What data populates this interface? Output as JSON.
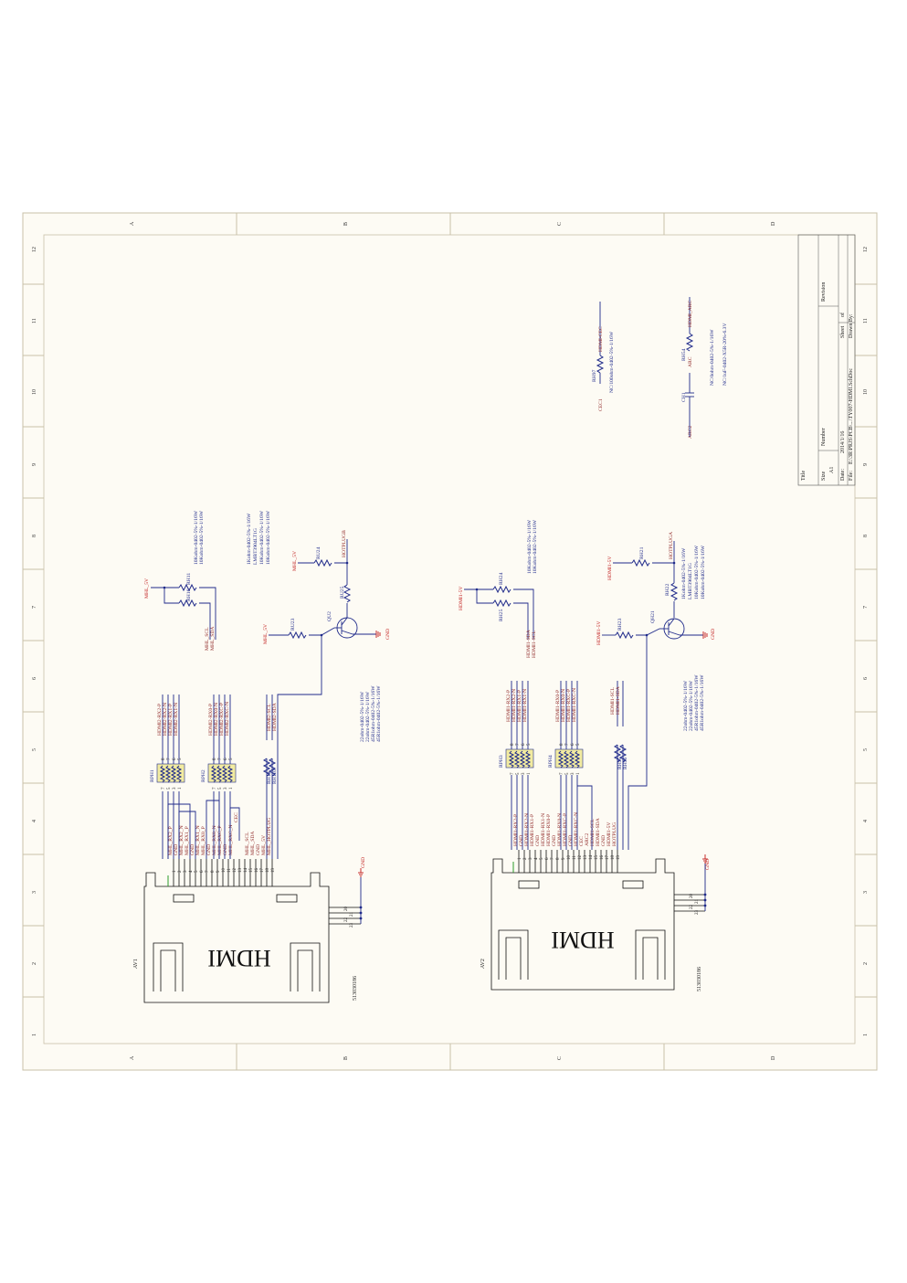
{
  "zones": {
    "columns": [
      "A",
      "B",
      "C",
      "D"
    ],
    "rows": [
      "12",
      "11",
      "10",
      "9",
      "8",
      "7",
      "6",
      "5",
      "4",
      "3",
      "2",
      "1"
    ]
  },
  "title_block": {
    "title_label": "Title",
    "size_label": "Size",
    "size_value": "A1",
    "number_label": "Number",
    "revision_label": "Revision",
    "date_label": "Date:",
    "date_value": "2014/1/16",
    "sheet_label": "Sheet",
    "of_label": "of",
    "file_label": "File:",
    "file_value": "E:\\3R\\PRJS\\PCB\\...\\TY007-HDMI.SchDoc",
    "drawn_label": "Drawn By:"
  },
  "connectors": {
    "av1": {
      "designator": "AV1",
      "body_text": "HDMI",
      "part_number": "513030186",
      "gnd": "GND",
      "pins": [
        "1",
        "2",
        "3",
        "4",
        "5",
        "6",
        "7",
        "8",
        "9",
        "10",
        "11",
        "12",
        "13",
        "14",
        "15",
        "16",
        "17",
        "18",
        "19"
      ],
      "shield_pins": [
        "20",
        "21",
        "22",
        "23"
      ],
      "nets": [
        "MHL_RX2_P",
        "GND",
        "MHL_RX2_N",
        "MHL_RX1_P",
        "GND",
        "MHL_RX1_N",
        "MHL_RX0_P",
        "GND",
        "MHL_RX0_N",
        "MHL_RXC_P",
        "GND",
        "MHL_RXC_N",
        "CEC",
        "",
        "MHL_SCL",
        "MHL_SDA",
        "GND",
        "MHL_5V",
        "MHL_HOTPLUG"
      ]
    },
    "av2": {
      "designator": "AV2",
      "body_text": "HDMI",
      "part_number": "513030186",
      "gnd": "GND",
      "pins": [
        "1",
        "2",
        "3",
        "4",
        "5",
        "6",
        "7",
        "8",
        "9",
        "10",
        "11",
        "12",
        "13",
        "14",
        "15",
        "16",
        "17",
        "18",
        "19"
      ],
      "shield_pins": [
        "20",
        "21",
        "22",
        "23"
      ],
      "nets": [
        "HDMI1-RX2-P",
        "GND",
        "HDMI1-RX2-N",
        "HDMI1-RX1-P",
        "GND",
        "HDMI1-RX1-N",
        "HDMI1-RX0-P",
        "GND",
        "HDMI1-RX0-N",
        "HDMI1-RXC-P",
        "GND",
        "HDMI1-RXC-N",
        "CEC",
        "ARC2",
        "HDMI1-SCL",
        "HDMI1-SDA",
        "GND",
        "HDMI1-5V",
        "HOTPLUG"
      ]
    }
  },
  "resistor_packs": {
    "rph1": {
      "designator": "RPH1",
      "pins_top": [
        "8",
        "7",
        "6",
        "5"
      ],
      "pins_bottom": [
        "7",
        "5",
        "3",
        "1"
      ],
      "nets": [
        "HDMI2-RX2-P",
        "HDMI2-RX2-N",
        "HDMI2-RX1-P",
        "HDMI2-RX1-N"
      ]
    },
    "rph2": {
      "designator": "RPH2",
      "pins_top": [
        "8",
        "7",
        "6",
        "5"
      ],
      "pins_bottom": [
        "7",
        "5",
        "3",
        "1"
      ],
      "nets": [
        "HDMI2-RX0-P",
        "HDMI2-RX0-N",
        "HDMI2-RXC-P",
        "HDMI2-RXC-N"
      ]
    },
    "rph3": {
      "designator": "RPH3",
      "pins_top": [
        "8",
        "7",
        "6",
        "5"
      ],
      "pins_bottom": [
        "7",
        "5",
        "3",
        "1"
      ],
      "nets": [
        "HDMI1-RX2-P",
        "HDMI1-RX2-N",
        "HDMI1-RX1-P",
        "HDMI1-RX1-N"
      ]
    },
    "rph4": {
      "designator": "RPH4",
      "pins_top": [
        "8",
        "7",
        "6",
        "5"
      ],
      "pins_bottom": [
        "7",
        "5",
        "3",
        "1"
      ],
      "nets": [
        "HDMI1-RX0-P",
        "HDMI1-RX0-N",
        "HDMI1-RXC-P",
        "HDMI1-RXC-N"
      ]
    }
  },
  "left_circuit": {
    "ddc": {
      "r1": "RH19",
      "r2": "RH110",
      "net1": "HDMI2-SCL",
      "net2": "HDMI2-SDA"
    },
    "pullups": {
      "power": "MHL_5V",
      "r1": "RH11",
      "r2": "RH16",
      "net1": "MHL_SCL",
      "net2": "MHL_SDA",
      "values": [
        "10Kohm-0402-5%-1/16W",
        "10Kohm-0402-5%-1/16W"
      ]
    },
    "hotplug": {
      "power1": "MHL_5V",
      "r1": "RU24",
      "out": "HOTPLUGB",
      "r2": "RU25",
      "q": "QU2",
      "gnd": "GND",
      "power2": "MHL_5V",
      "r3": "RU23",
      "values": [
        "1Kohm-0402-5%-1/16W",
        "LMBT3904LT1G",
        "10Kohm-0402-5%-1/16W",
        "10Kohm-0402-5%-1/16W"
      ]
    },
    "rpack_values": [
      "22ohm-0402-5%-1/16W",
      "22ohm-0402-5%-1/16W",
      "45R1ohm-0402-5%-1/16W",
      "45R1ohm-0402-5%-1/16W"
    ]
  },
  "right_circuit": {
    "ddc": {
      "r1": "RH35",
      "r2": "RH36",
      "net1": "HDMI1-SCL",
      "net2": "HDMI1-SDA"
    },
    "pullups": {
      "power": "HDMI1-5V",
      "r1": "RH24",
      "r2": "RH25",
      "net1": "HDMI1-SDA",
      "net2": "HDMI1-SCL",
      "values": [
        "10Kohm-0402-5%-1/16W",
        "10Kohm-0402-5%-1/16W"
      ]
    },
    "hotplug": {
      "power1": "HDMI1-5V",
      "r1": "RH21",
      "out": "HOTPLUGA",
      "r2": "RH22",
      "q": "QH21",
      "gnd": "GND",
      "power2": "HDMI1-5V",
      "r3": "RH23",
      "values": [
        "1Kohm-0402-5%-1/16W",
        "LMBT3904LT1G",
        "10Kohm-0402-5%-1/16W",
        "10Kohm-0402-5%-1/16W"
      ]
    },
    "rpack_values": [
      "22ohm-0402-5%-1/16W",
      "22ohm-0402-5%-1/16W",
      "45R1ohm-0402-5%-1/16W",
      "45R1ohm-0402-5%-1/16W"
    ]
  },
  "cec_block": {
    "net_in": "CEC1",
    "r": "RH97",
    "net_out": "HDMI-CEC",
    "value": "NC/100ohm-0402-5%-1/16W"
  },
  "arc_block": {
    "net_in": "ARC2",
    "c": "CH1",
    "mid": "ARC",
    "r": "RH54",
    "net_out": "HDMI_ARC",
    "r_value": "NC/0ohm-0402-5%-1/16W",
    "c_value": "NC/1uF-0402-X5R-20%-6.3V"
  },
  "colors": {
    "wire": "#1f2a8a",
    "net_label": "#8a1d1d",
    "power": "#c01818",
    "ground_wire": "#2a9b2a",
    "rpack_fill": "#f2eba0",
    "sheet_bg": "#fdfbf4"
  }
}
